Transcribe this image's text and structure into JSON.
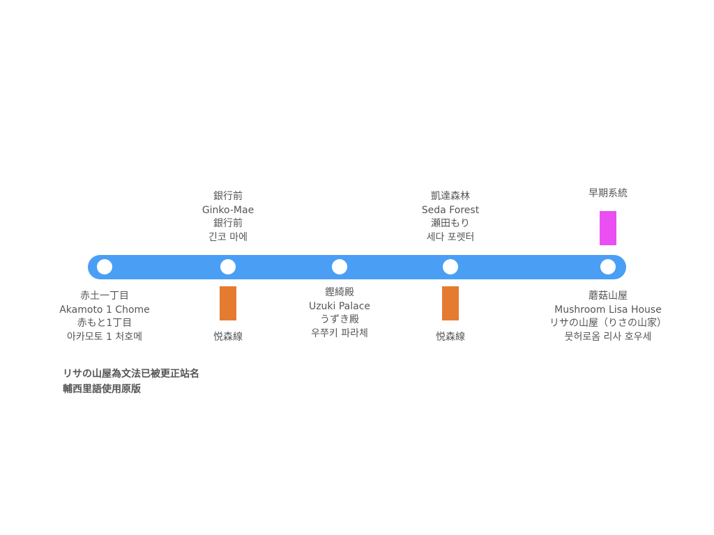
{
  "stations": [
    {
      "names": [
        "赤土一丁目",
        "Akamoto 1 Chome",
        "赤もと1丁目",
        "아카모토 1 처호메"
      ]
    },
    {
      "names": [
        "銀行前",
        "Ginko-Mae",
        "銀行前",
        "긴코 마에"
      ]
    },
    {
      "names": [
        "鏗綺殿",
        "Uzuki Palace",
        "うずき殿",
        "우쭈키 파라체"
      ]
    },
    {
      "names": [
        "凱達森林",
        "Seda Forest",
        "瀬田もり",
        "세다 포렛터"
      ]
    },
    {
      "names": [
        "蘑菇山屋",
        "Mushroom Lisa House",
        "リサの山屋（りさの山家）",
        "뭇허로옴 리사 호우세"
      ]
    }
  ],
  "transfers": [
    {
      "label": "悦森線",
      "color": "#e57b30"
    },
    {
      "label": "悦森線",
      "color": "#e57b30"
    },
    {
      "label": "早期系統",
      "color": "#e94ff2"
    }
  ],
  "line_color": "#4a9ff5",
  "note": [
    "リサの山屋為文法已被更正站名",
    "輔西里語使用原版"
  ]
}
